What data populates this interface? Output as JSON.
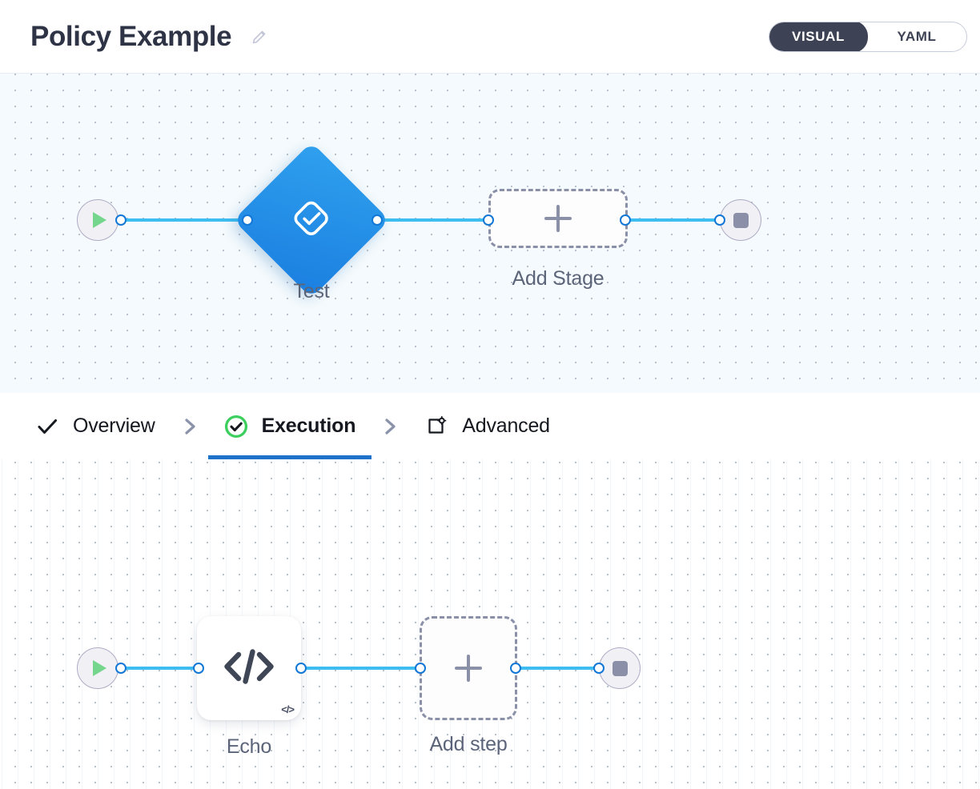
{
  "header": {
    "title": "Policy Example",
    "edit_icon": "pencil-icon",
    "mode_toggle": {
      "active": "VISUAL",
      "options": [
        "VISUAL",
        "YAML"
      ]
    }
  },
  "stage_canvas": {
    "start_node": {
      "icon": "play-icon",
      "label": ""
    },
    "nodes": [
      {
        "id": "test",
        "label": "Test",
        "icon": "checkmark-square-icon",
        "type": "stage",
        "color": "#1b7fe0"
      },
      {
        "id": "add-stage",
        "label": "Add Stage",
        "icon": "plus-icon",
        "type": "add-placeholder"
      }
    ],
    "stop_node": {
      "icon": "stop-icon"
    }
  },
  "tabs": [
    {
      "id": "overview",
      "label": "Overview",
      "icon": "check-icon",
      "active": false
    },
    {
      "id": "execution",
      "label": "Execution",
      "icon": "check-circle-icon",
      "active": true
    },
    {
      "id": "advanced",
      "label": "Advanced",
      "icon": "advanced-gear-icon",
      "active": false
    }
  ],
  "tab_separator_icon": "chevron-right-icon",
  "step_canvas": {
    "start_node": {
      "icon": "play-icon"
    },
    "nodes": [
      {
        "id": "echo",
        "label": "Echo",
        "icon": "code-icon",
        "badge": "</>",
        "type": "step"
      },
      {
        "id": "add-step",
        "label": "Add step",
        "icon": "plus-icon",
        "type": "add-placeholder"
      }
    ],
    "stop_node": {
      "icon": "stop-icon"
    }
  },
  "colors": {
    "accent_blue": "#3dbdf0",
    "port_blue": "#1177d6",
    "stage_blue": "#1b7fe0",
    "active_tab_underline": "#1e72c9",
    "success_green": "#3ccf5e",
    "play_green": "#74d68c",
    "toggle_dark": "#3e4255",
    "label_gray": "#5c6479",
    "dashed_gray": "#8a90a8"
  }
}
